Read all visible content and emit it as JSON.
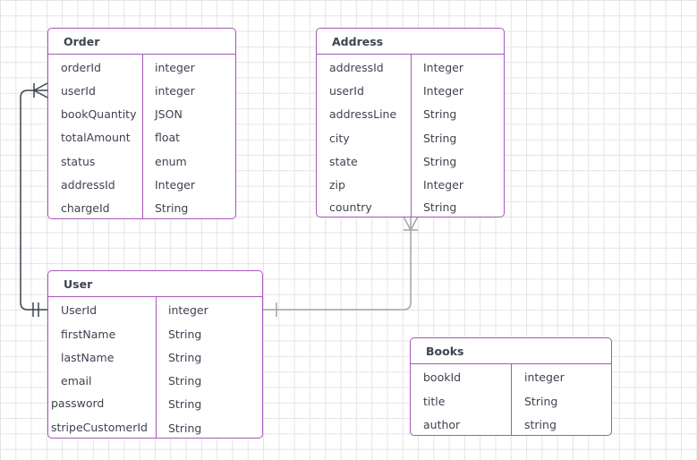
{
  "diagram": {
    "entities": {
      "order": {
        "title": "Order",
        "fields": [
          {
            "name": "orderId",
            "type": "integer"
          },
          {
            "name": "userId",
            "type": "integer"
          },
          {
            "name": "bookQuantity",
            "type": "JSON"
          },
          {
            "name": "totalAmount",
            "type": "float"
          },
          {
            "name": "status",
            "type": "enum"
          },
          {
            "name": "addressId",
            "type": "Integer"
          },
          {
            "name": "chargeId",
            "type": "String"
          }
        ]
      },
      "address": {
        "title": "Address",
        "fields": [
          {
            "name": "addressId",
            "type": "Integer"
          },
          {
            "name": "userId",
            "type": "Integer"
          },
          {
            "name": "addressLine",
            "type": "String"
          },
          {
            "name": "city",
            "type": "String"
          },
          {
            "name": "state",
            "type": "String"
          },
          {
            "name": "zip",
            "type": "Integer"
          },
          {
            "name": "country",
            "type": "String"
          }
        ]
      },
      "user": {
        "title": "User",
        "fields": [
          {
            "name": "UserId",
            "type": "integer"
          },
          {
            "name": "firstName",
            "type": "String"
          },
          {
            "name": "lastName",
            "type": "String"
          },
          {
            "name": "email",
            "type": "String"
          },
          {
            "name": "password",
            "type": "String"
          },
          {
            "name": "stripeCustomerId",
            "type": "String"
          }
        ]
      },
      "books": {
        "title": "Books",
        "fields": [
          {
            "name": "bookId",
            "type": "integer"
          },
          {
            "name": "title",
            "type": "String"
          },
          {
            "name": "author",
            "type": "string"
          }
        ]
      }
    },
    "relationships": [
      {
        "from": "user",
        "from_cardinality": "one-and-only-one",
        "to": "order",
        "to_cardinality": "one-or-many"
      },
      {
        "from": "user",
        "from_cardinality": "one",
        "to": "address",
        "to_cardinality": "many"
      }
    ],
    "colors": {
      "entity_border": "#a659b7",
      "text": "#3d4350",
      "connector_dark": "#3d4350",
      "connector_gray": "#a3a3a3",
      "grid": "#e4e4e4"
    }
  }
}
